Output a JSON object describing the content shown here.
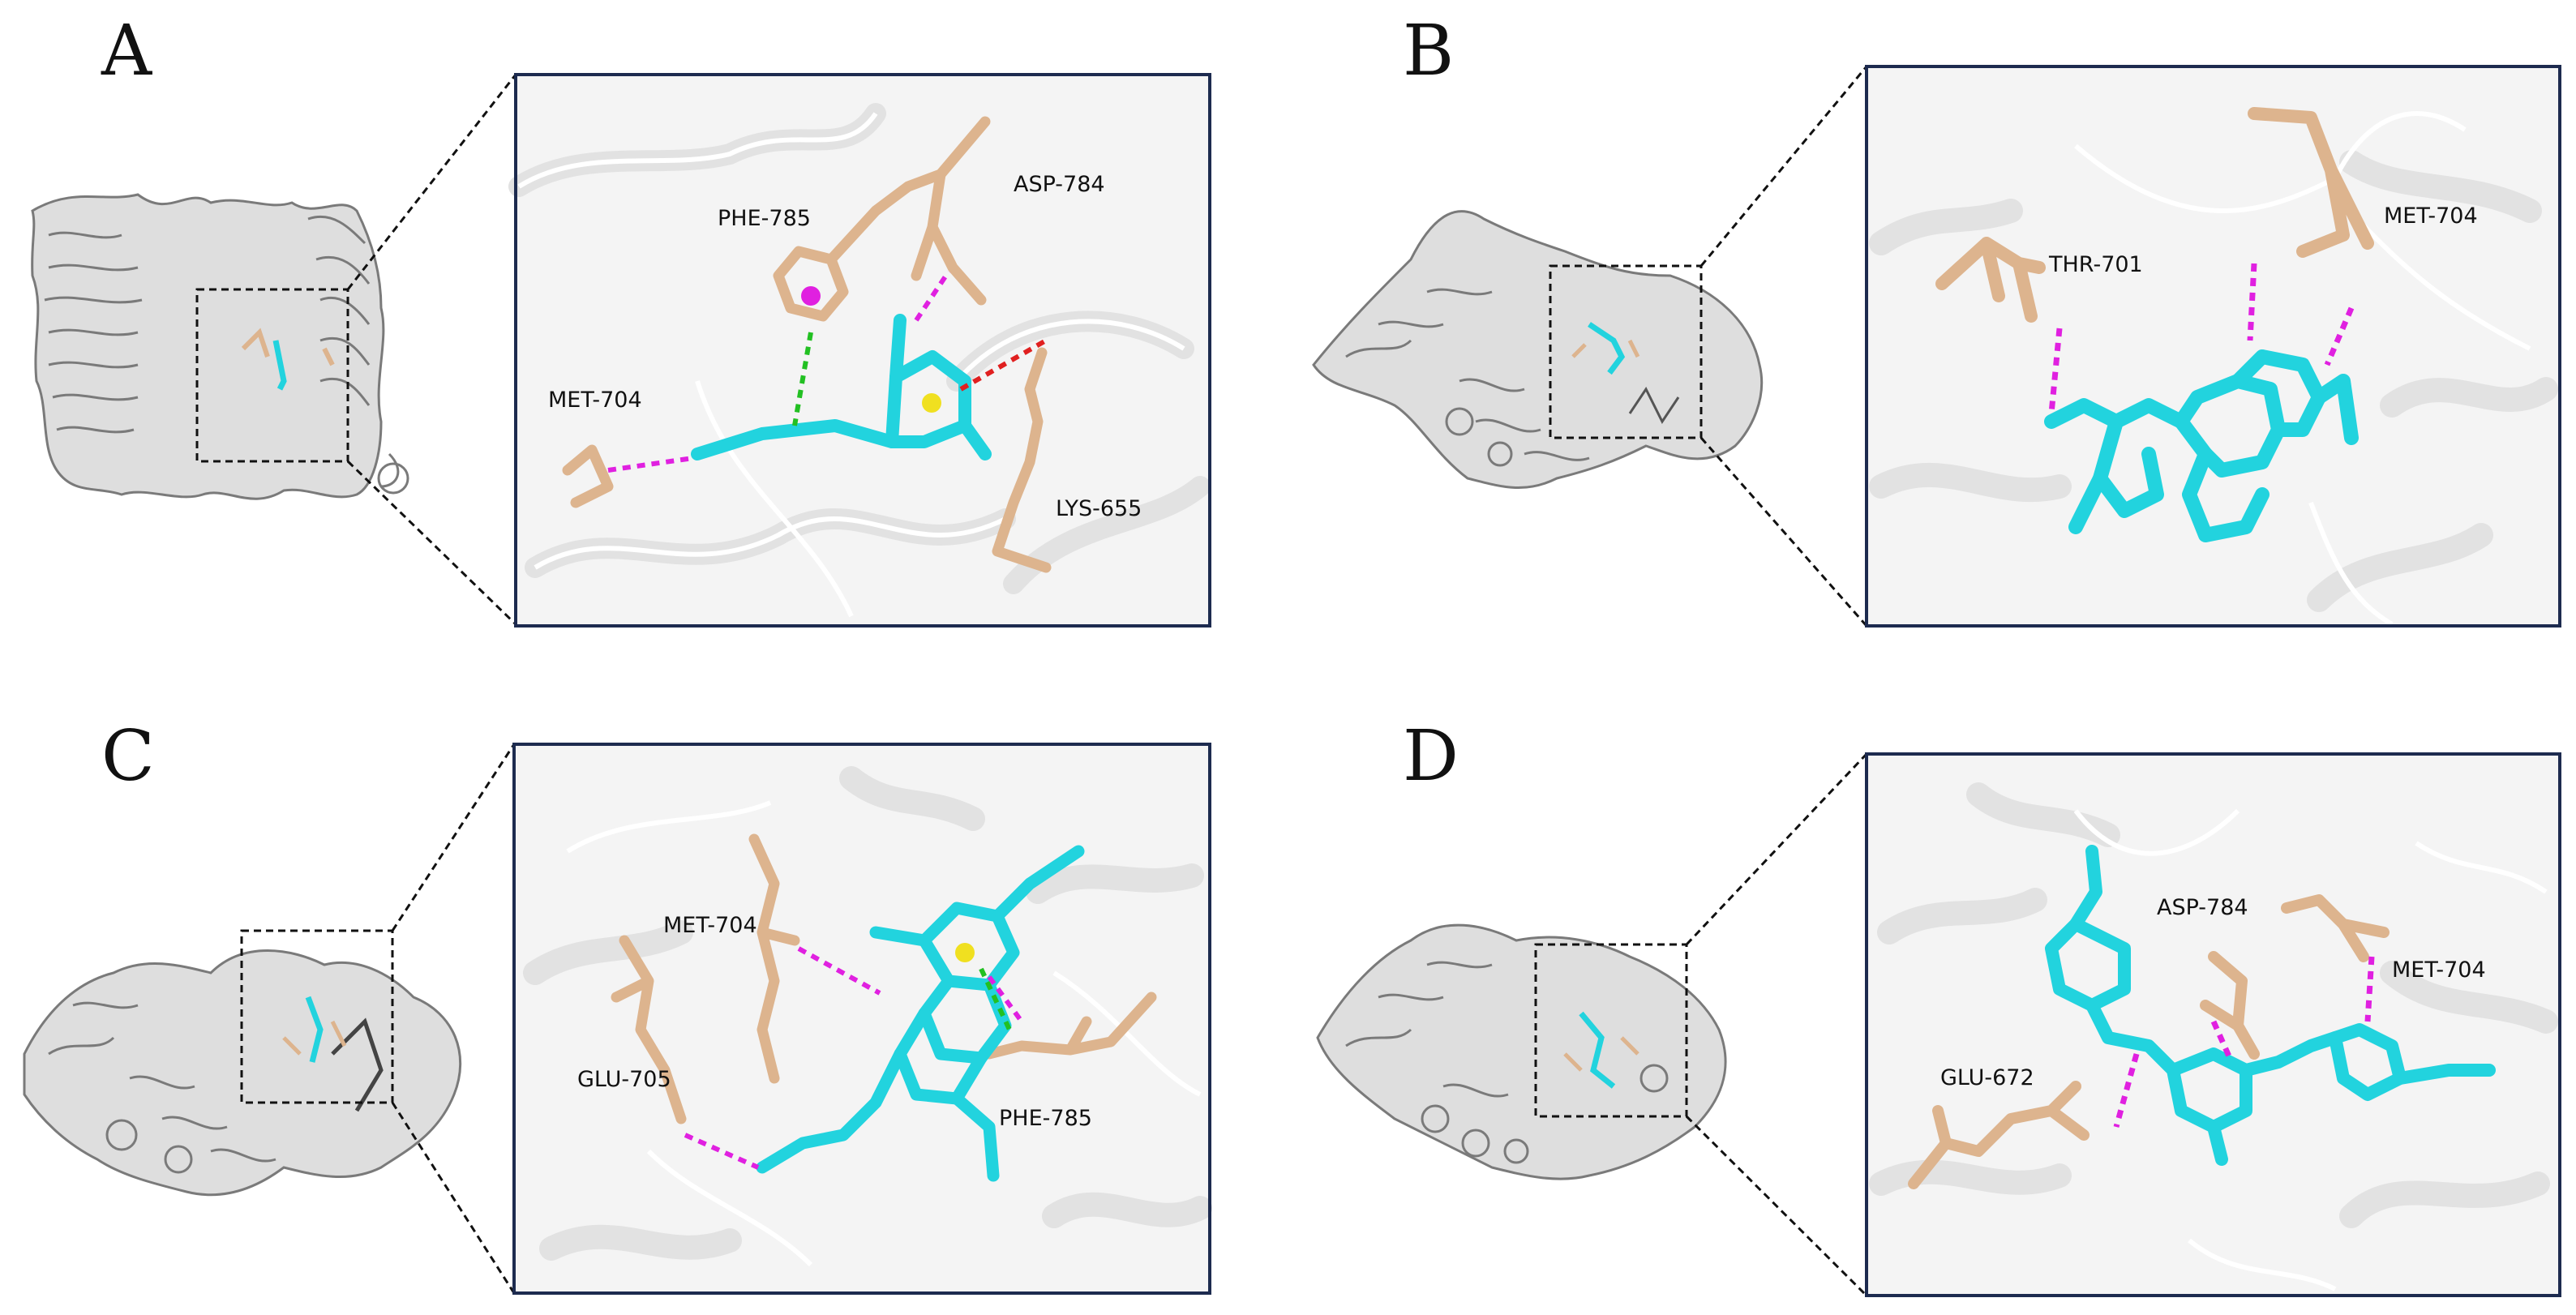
{
  "panels": [
    {
      "letter": "A",
      "residues": [
        "PHE-785",
        "ASP-784",
        "MET-704",
        "LYS-655"
      ]
    },
    {
      "letter": "B",
      "residues": [
        "THR-701",
        "MET-704"
      ]
    },
    {
      "letter": "C",
      "residues": [
        "MET-704",
        "GLU-705",
        "PHE-785"
      ]
    },
    {
      "letter": "D",
      "residues": [
        "ASP-784",
        "MET-704",
        "GLU-672"
      ]
    }
  ],
  "colors": {
    "ligand": "#22d3de",
    "residue": "#ddb48e",
    "hbond": "#e020e0",
    "pi_stack": "#22c022",
    "salt_bridge": "#e02020",
    "protein": "#cfcfcf",
    "frame": "#1d2b4f"
  }
}
